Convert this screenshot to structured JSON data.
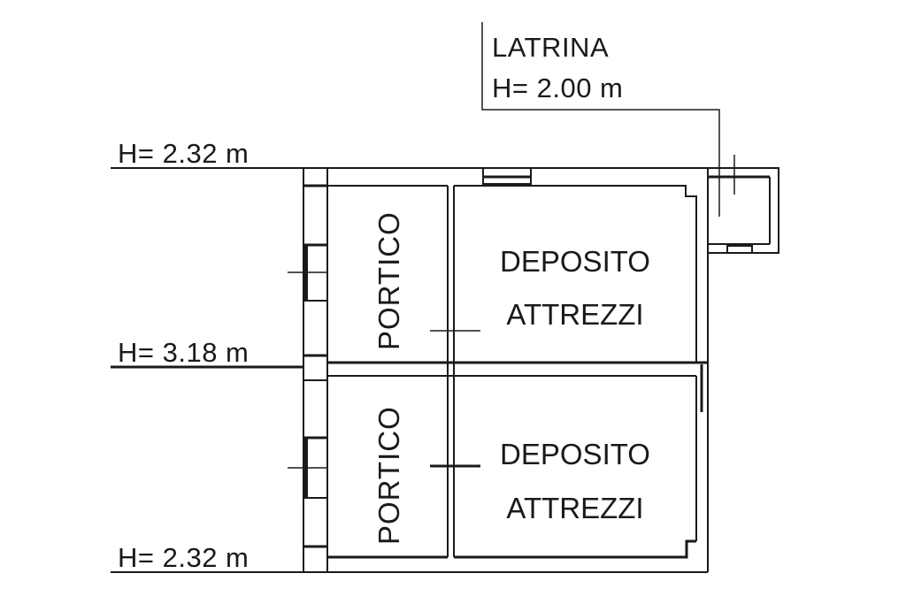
{
  "drawing": {
    "type": "floor-plan",
    "line_color": "#1a1a1a",
    "background": "#ffffff"
  },
  "latrina": {
    "name": "LATRINA",
    "height": "H= 2.00 m"
  },
  "levels": [
    {
      "label": "H= 2.32 m",
      "position": "top"
    },
    {
      "label": "H= 3.18 m",
      "position": "middle"
    },
    {
      "label": "H= 2.32 m",
      "position": "bottom"
    }
  ],
  "rooms": {
    "top_portico": "PORTICO",
    "bottom_portico": "PORTICO",
    "top_deposito_line1": "DEPOSITO",
    "top_deposito_line2": "ATTREZZI",
    "bottom_deposito_line1": "DEPOSITO",
    "bottom_deposito_line2": "ATTREZZI"
  }
}
